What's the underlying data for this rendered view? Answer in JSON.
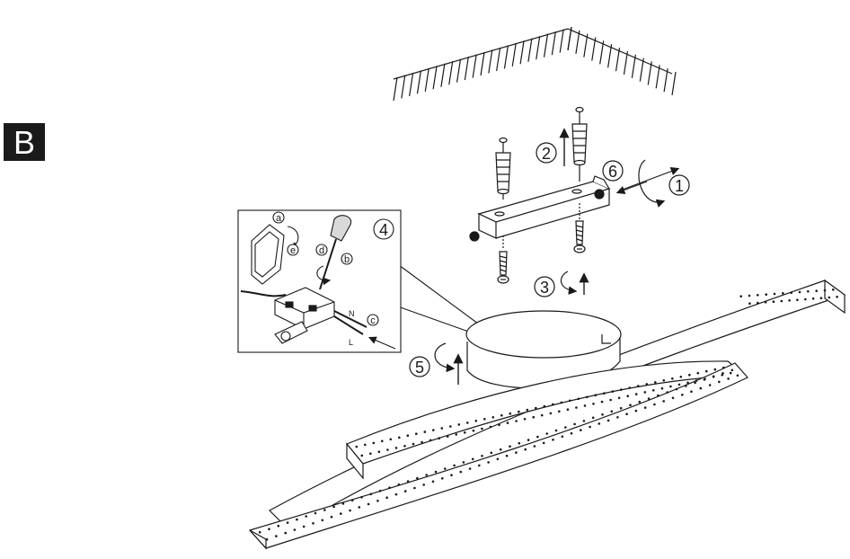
{
  "section_badge": "B",
  "step_numbers": {
    "s1": "1",
    "s2": "2",
    "s3": "3",
    "s4": "4",
    "s5": "5",
    "s6": "6"
  },
  "detail_letters": {
    "a": "a",
    "b": "b",
    "c": "c",
    "d": "d",
    "e": "e"
  },
  "wire_labels": {
    "n": "N",
    "l": "L"
  },
  "colors": {
    "line": "#1a1a1a",
    "badge_bg": "#1a1a1a",
    "badge_text": "#ffffff",
    "shade": "#d9d9d9"
  }
}
